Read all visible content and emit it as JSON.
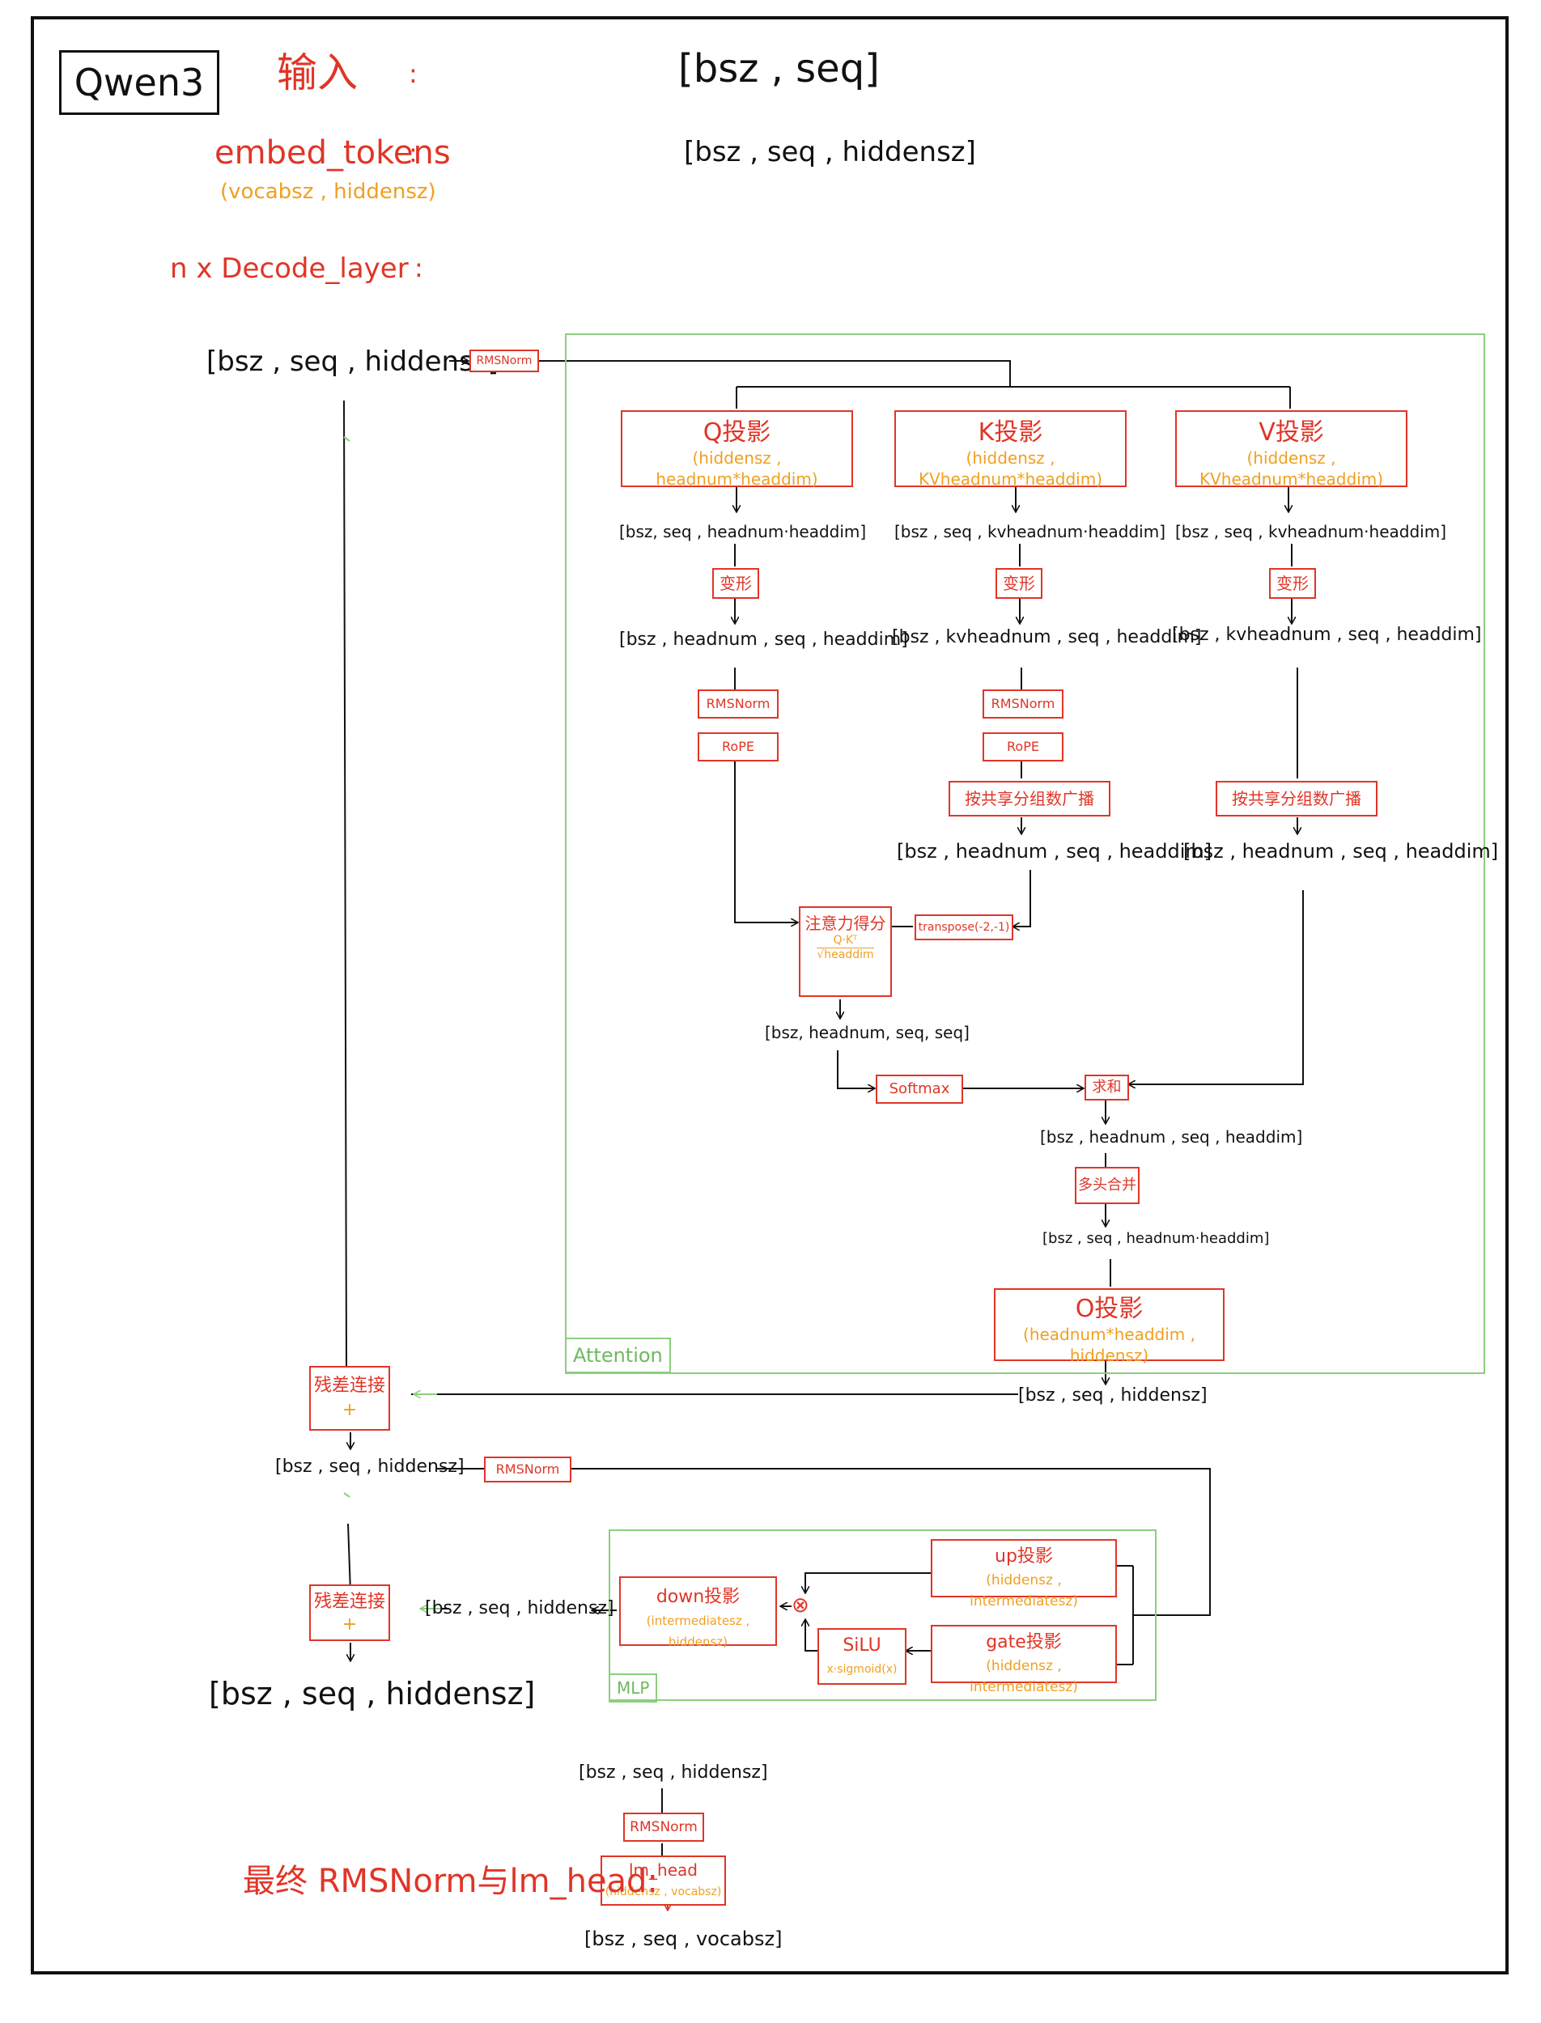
{
  "header": {
    "title": "Qwen3",
    "input_label": "输入",
    "colon": ":",
    "input_shape": "[bsz , seq]",
    "embed_label": "embed_tokens",
    "embed_params": "(vocabsz , hiddensz)",
    "embed_shape": "[bsz , seq , hiddensz]",
    "decode_label": "n x  Decode_layer",
    "decode_colon": ":"
  },
  "decode": {
    "input_shape": "[bsz , seq , hiddensz]",
    "rmsnorm_1": "RMSNorm",
    "attention_label": "Attention",
    "q_proj": {
      "title": "Q投影",
      "params": "(hiddensz , headnum*headdim)"
    },
    "k_proj": {
      "title": "K投影",
      "params": "(hiddensz , KVheadnum*headdim)"
    },
    "v_proj": {
      "title": "V投影",
      "params": "(hiddensz , KVheadnum*headdim)"
    },
    "q_shape1": "[bsz, seq , headnum·headdim]",
    "k_shape1": "[bsz , seq , kvheadnum·headdim]",
    "v_shape1": "[bsz , seq , kvheadnum·headdim]",
    "reshape": "变形",
    "q_shape2": "[bsz , headnum , seq , headdim]",
    "k_shape2": "[bsz , kvheadnum , seq , headdim]",
    "v_shape2": "[bsz , kvheadnum , seq , headdim]",
    "q_rmsnorm": "RMSNorm",
    "k_rmsnorm": "RMSNorm",
    "q_rope": "RoPE",
    "k_rope": "RoPE",
    "broadcast": "按共享分组数广播",
    "k_shape3": "[bsz , headnum , seq , headdim]",
    "v_shape3": "[bsz , headnum , seq , headdim]",
    "transpose": "transpose(-2,-1)",
    "attn_score": {
      "title": "注意力得分",
      "num": "Q·Kᵀ",
      "den": "√headdim"
    },
    "score_shape": "[bsz, headnum, seq, seq]",
    "softmax": "Softmax",
    "weighted_sum": "求和",
    "ctx_shape": "[bsz , headnum , seq , headdim]",
    "merge_heads": "多头合并",
    "merge_shape": "[bsz , seq , headnum·headdim]",
    "o_proj": {
      "title": "O投影",
      "params": "(headnum*headdim , hiddensz)"
    },
    "attn_out_shape": "[bsz , seq , hiddensz]",
    "residual_1": {
      "title": "残差连接",
      "plus": "+"
    },
    "residual_1_shape": "[bsz , seq , hiddensz]",
    "rmsnorm_2": "RMSNorm",
    "mlp_label": "MLP",
    "up_proj": {
      "title": "up投影",
      "params": "(hiddensz , intermediatesz)"
    },
    "gate_proj": {
      "title": "gate投影",
      "params": "(hiddensz , intermediatesz)"
    },
    "silu": {
      "title": "SiLU",
      "formula": "x·sigmoid(x)"
    },
    "multiply": "⊗",
    "down_proj": {
      "title": "down投影",
      "params": "(intermediatesz , hiddensz)"
    },
    "mlp_out_shape": "[bsz , seq , hiddensz]",
    "residual_2": {
      "title": "残差连接",
      "plus": "+"
    },
    "output_shape": "[bsz , seq , hiddensz]"
  },
  "final": {
    "label": "最终 RMSNorm与lm_head:",
    "input_shape": "[bsz , seq , hiddensz]",
    "rmsnorm": "RMSNorm",
    "lm_head": {
      "title": "lm_head",
      "params": "(hiddensz , vocabsz)"
    },
    "output_shape": "[bsz , seq , vocabsz]"
  },
  "colors": {
    "red": "#e03527",
    "orange": "#f0a020",
    "green": "#8ccf7e",
    "black": "#111111"
  }
}
